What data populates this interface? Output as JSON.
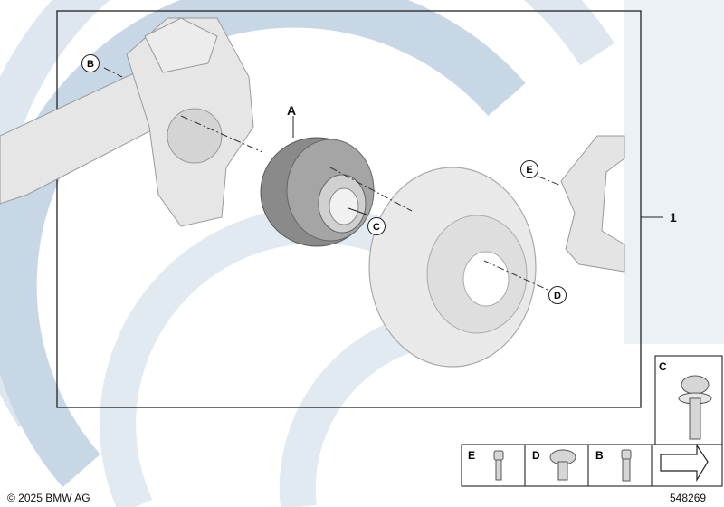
{
  "callouts": {
    "assembly_number": "1",
    "hub": "A",
    "knuckle": "B",
    "hub_bolt": "C",
    "disc_screw": "D",
    "caliper_carrier": "E"
  },
  "parts_legend": {
    "large_box_letter": "C",
    "row_letters": [
      "E",
      "D",
      "B"
    ]
  },
  "footer": {
    "copyright": "© 2025 BMW AG",
    "doc_number": "548269"
  },
  "colors": {
    "watermark": "#c8d7e6",
    "part_fill": "#e6e6e6",
    "part_stroke": "#9a9a9a",
    "hub_fill": "#7b7b7b",
    "line": "#222222"
  }
}
